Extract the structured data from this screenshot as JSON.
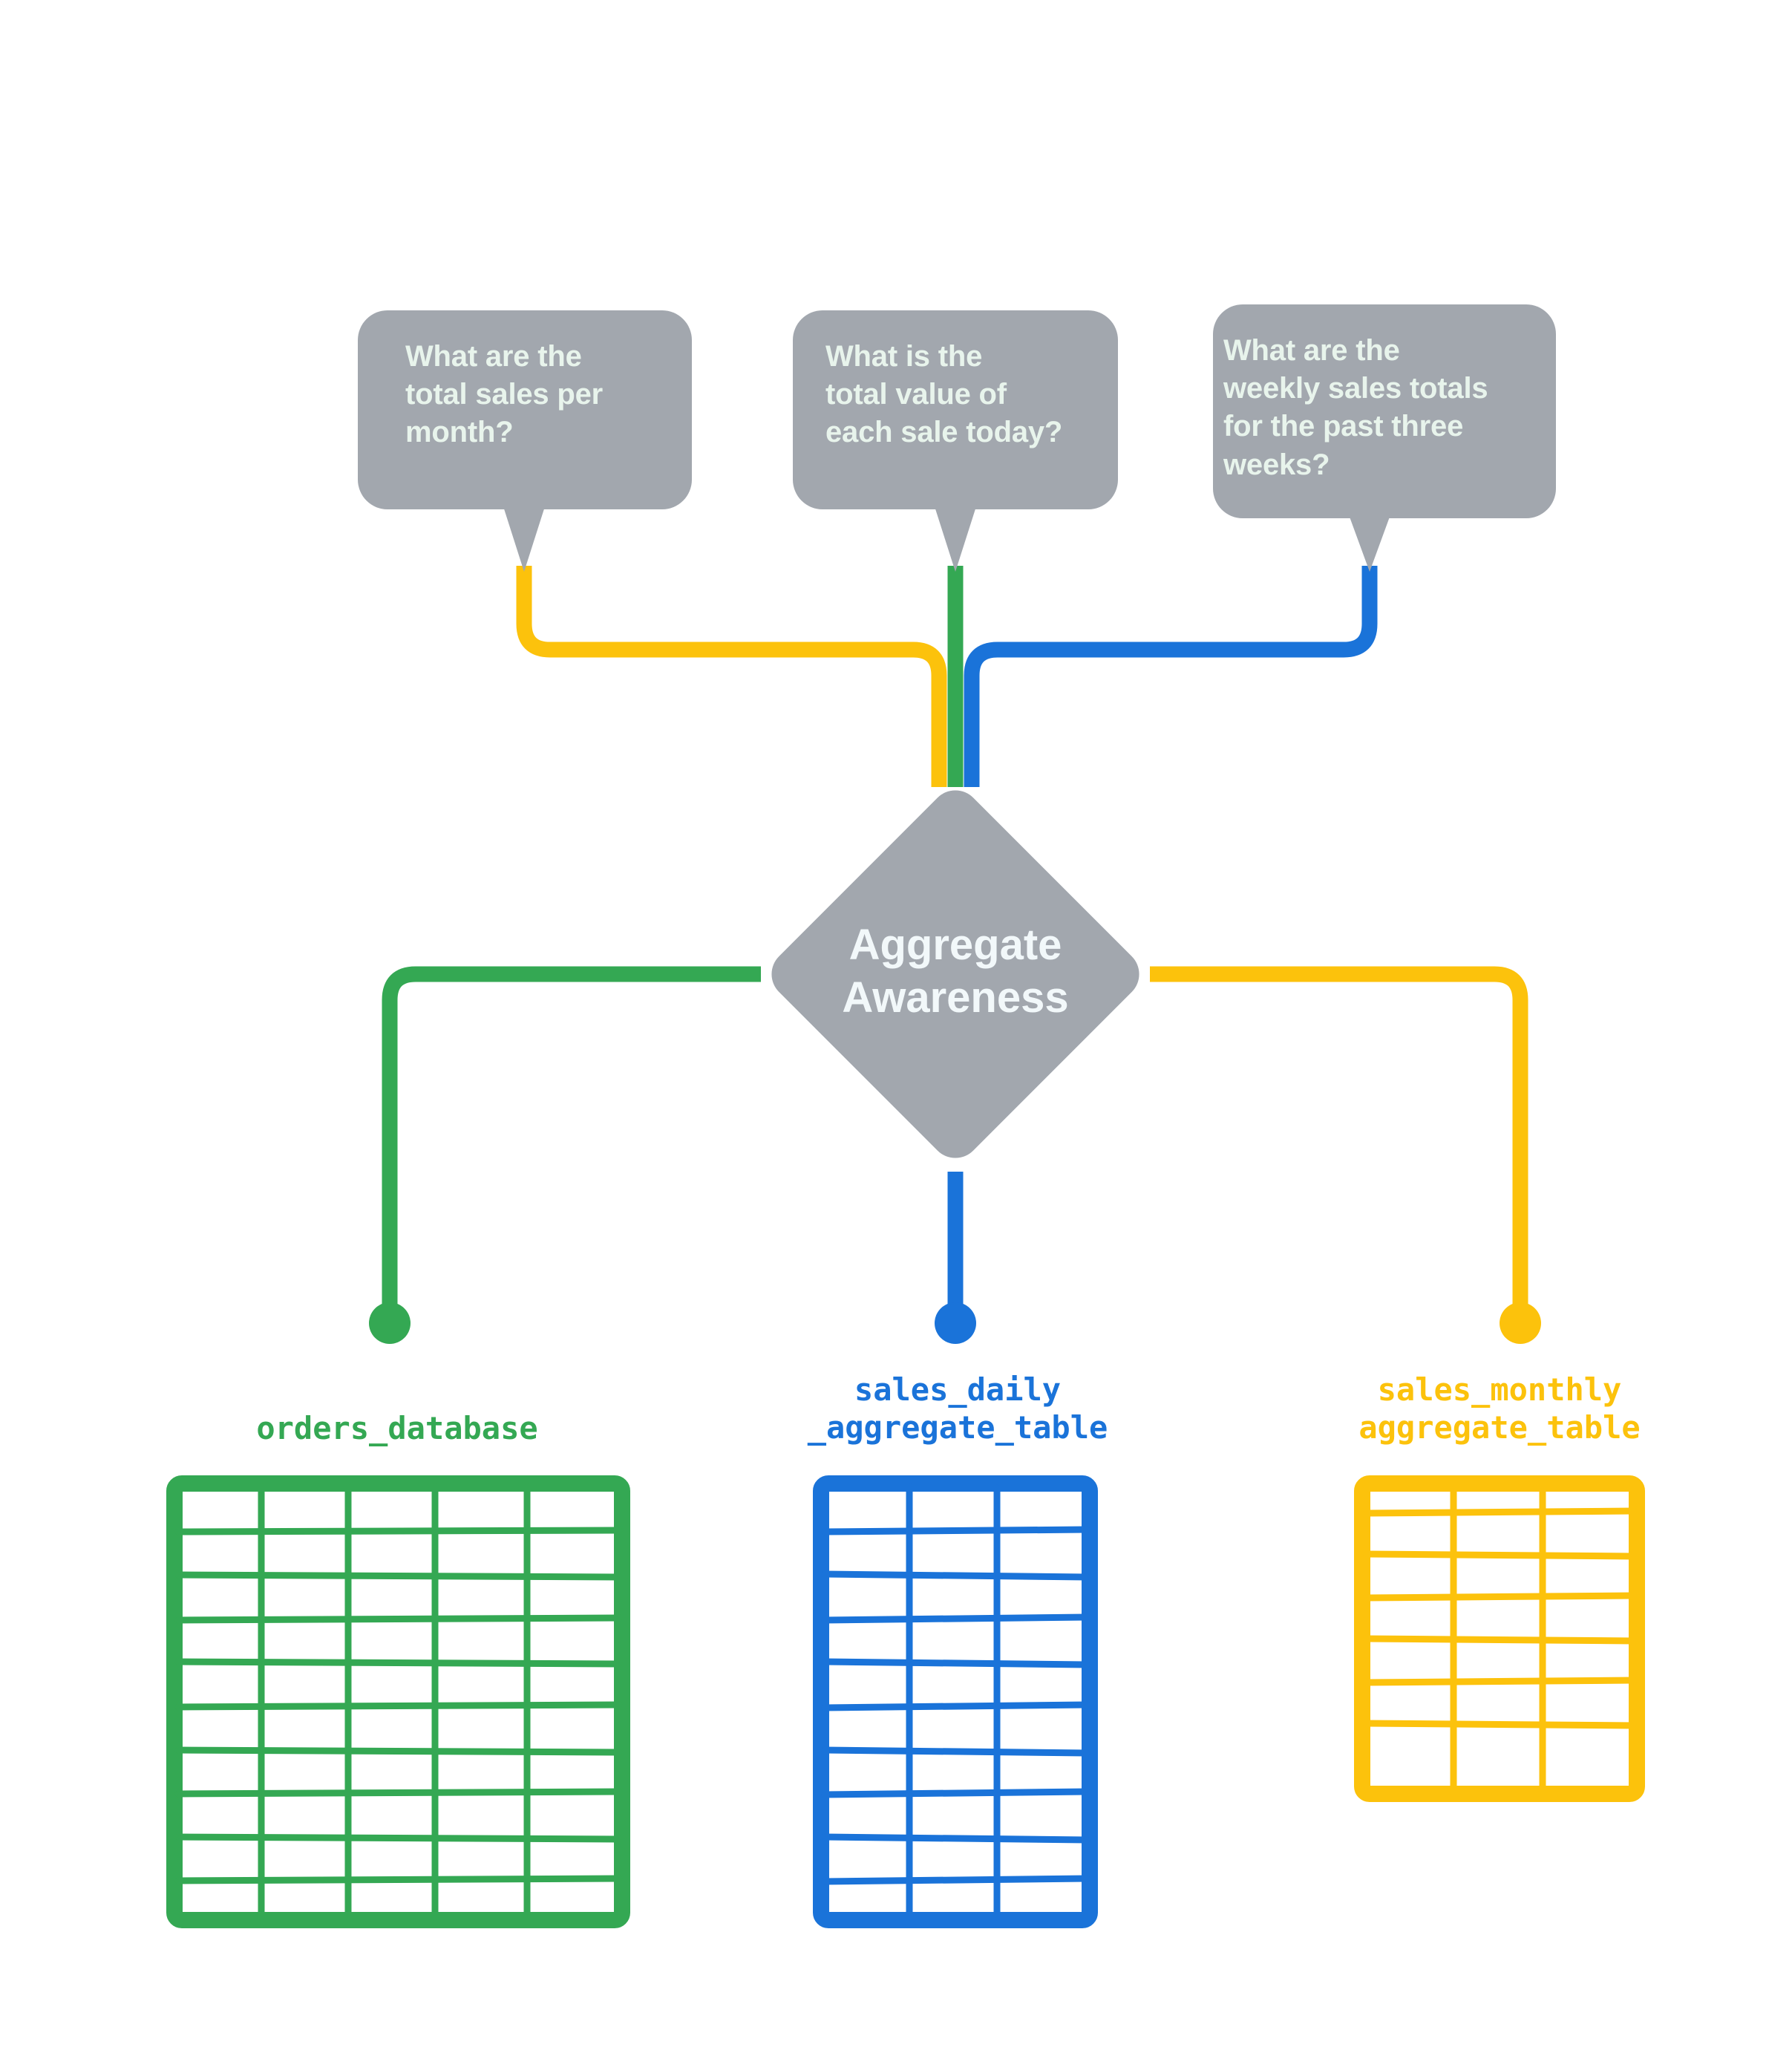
{
  "diagram": {
    "title": "Aggregate Awareness",
    "background_color": "#ffffff",
    "node_color": "#a2a7ae",
    "node_text_color": "#f2f8fa",
    "bubble_text_color": "#e8f4ec"
  },
  "questions": [
    {
      "id": "q-monthly",
      "text": "What are the\ntotal sales per\nmonth?",
      "route_color": "#fcc20c",
      "route_color_name": "yellow"
    },
    {
      "id": "q-daily",
      "text": "What is the\ntotal value of\neach sale today?",
      "route_color": "#34a853",
      "route_color_name": "green"
    },
    {
      "id": "q-weekly",
      "text": "What are the\nweekly sales totals\nfor the past three\nweeks?",
      "route_color": "#1a73d9",
      "route_color_name": "blue"
    }
  ],
  "center_node": {
    "label": "Aggregate\nAwareness",
    "shape": "diamond",
    "fill": "#a2a7ae"
  },
  "sources": [
    {
      "id": "src-orders",
      "caption": "orders_database",
      "color": "#34a853",
      "color_name": "green",
      "columns": 5,
      "rows": 10
    },
    {
      "id": "src-daily",
      "caption": "sales_daily\n_aggregate_table",
      "color": "#1a73d9",
      "color_name": "blue",
      "columns": 3,
      "rows": 10
    },
    {
      "id": "src-monthly",
      "caption": "sales_monthly\naggregate_table",
      "color": "#fcc20c",
      "color_name": "yellow",
      "columns": 3,
      "rows": 7
    }
  ]
}
